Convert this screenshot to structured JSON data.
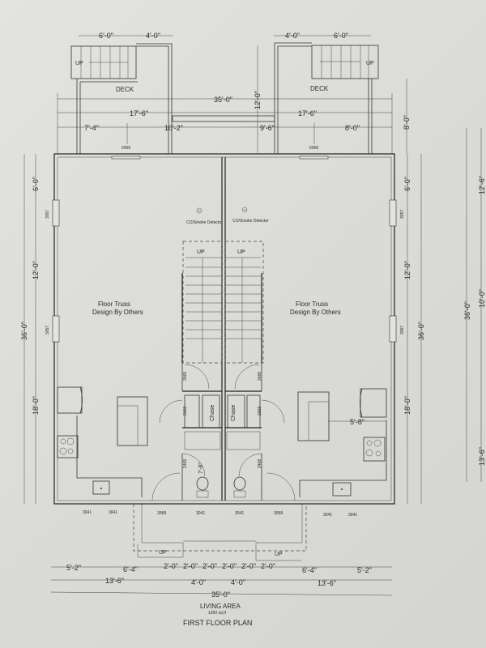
{
  "title": "FIRST FLOOR PLAN",
  "living_area": {
    "label": "LIVING AREA",
    "value": "1260 sq ft"
  },
  "notes": {
    "floor_truss_left": [
      "Floor Truss",
      "Design By Others"
    ],
    "floor_truss_right": [
      "Floor Truss",
      "Design By Others"
    ],
    "detector": "CO/Smoke Detector"
  },
  "labels": {
    "deck": "DECK",
    "up": "UP",
    "chase": "Chase"
  },
  "top_dimensions": {
    "left_stair_width": "6'-0\"",
    "left_deck_extra": "4'-0\"",
    "right_deck_extra": "4'-0\"",
    "right_stair_width": "6'-0\"",
    "overall": "35'-0\"",
    "half_left": "17'-6\"",
    "half_right": "17'-6\"",
    "seg_1": "7'-4\"",
    "seg_2": "10'-2\"",
    "seg_3": "9'-6\"",
    "seg_4": "8'-0\"",
    "deck_depth_left": "12'-0\"",
    "deck_depth_right": "8'-0\""
  },
  "left_dimensions": {
    "overall": "36'-0\"",
    "seg_1": "6'-0\"",
    "seg_2": "12'-0\"",
    "seg_3": "18'-0\""
  },
  "right_dimensions": {
    "overall": "36'-0\"",
    "seg_1": "6'-0\"",
    "seg_2": "12'-0\"",
    "seg_3": "18'-0\""
  },
  "far_right_dimensions": {
    "overall": "36'-0\"",
    "seg_1": "12'-6\"",
    "seg_2": "10'-0\"",
    "seg_3": "13'-6\""
  },
  "bottom_dimensions": {
    "row1": [
      "5'-2\"",
      "6'-4\"",
      "2'-0\"",
      "2'-0\"",
      "2'-0\"",
      "2'-0\"",
      "2'-0\"",
      "2'-0\"",
      "6'-4\"",
      "5'-2\""
    ],
    "row2": [
      "13'-6\"",
      "4'-0\"",
      "4'-0\"",
      "13'-6\""
    ],
    "overall": "35'-0\""
  },
  "kitchen_dim": "5'-8\"",
  "bath_dim": "7'-8\"",
  "window_tags": {
    "front_left": [
      "3041",
      "3041"
    ],
    "front_right": [
      "3041",
      "3041"
    ],
    "front_center": [
      "3041",
      "3041"
    ],
    "front_doors": [
      "3068",
      "3068"
    ],
    "rear_doors": [
      "6068",
      "6068"
    ],
    "side_windows": [
      "3057",
      "3057",
      "3057",
      "3057"
    ],
    "interior_doors": [
      "2668",
      "2668",
      "2468",
      "2668",
      "2668",
      "2468"
    ]
  }
}
